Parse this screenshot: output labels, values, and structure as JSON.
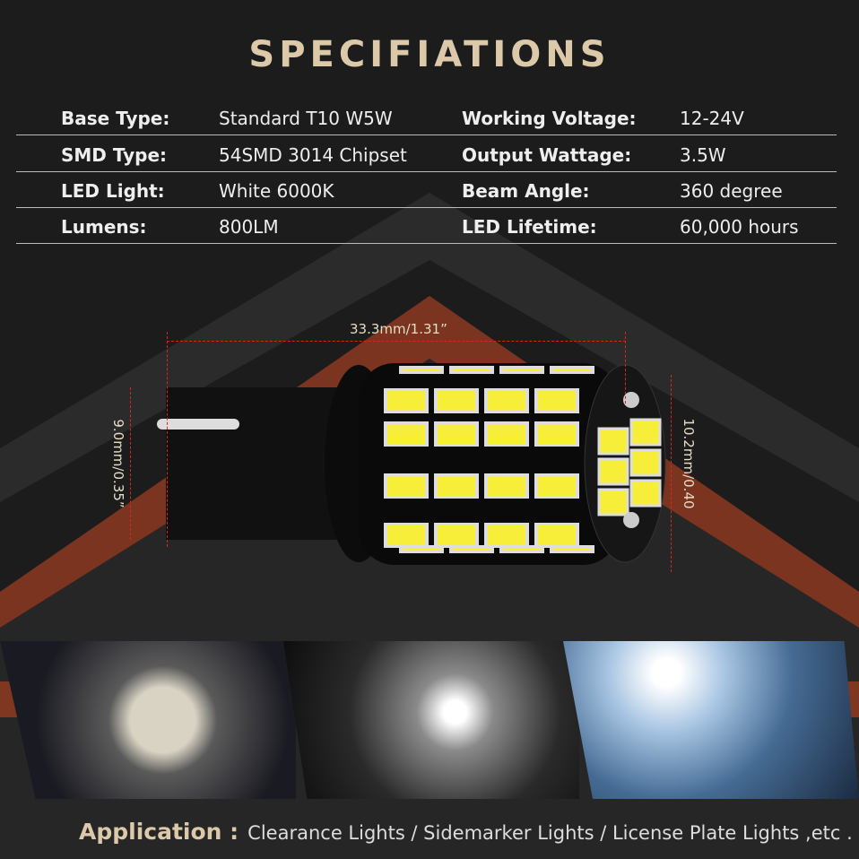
{
  "title": "SPECIFIATIONS",
  "specs": [
    {
      "l1": "Base Type:",
      "v1": "Standard T10 W5W",
      "l2": "Working Voltage:",
      "v2": "12-24V"
    },
    {
      "l1": "SMD Type:",
      "v1": "54SMD 3014 Chipset",
      "l2": "Output Wattage:",
      "v2": "3.5W"
    },
    {
      "l1": "LED Light:",
      "v1": "White 6000K",
      "l2": "Beam Angle:",
      "v2": "360 degree"
    },
    {
      "l1": "Lumens:",
      "v1": "800LM",
      "l2": "LED Lifetime:",
      "v2": "60,000 hours"
    }
  ],
  "dimensions": {
    "length": "33.3mm/1.31”",
    "base": "9.0mm/0.35”",
    "diameter": "10.2mm/0.40"
  },
  "application": {
    "label": "Application :",
    "text": "Clearance Lights / Sidemarker Lights / License Plate Lights ,etc ."
  }
}
